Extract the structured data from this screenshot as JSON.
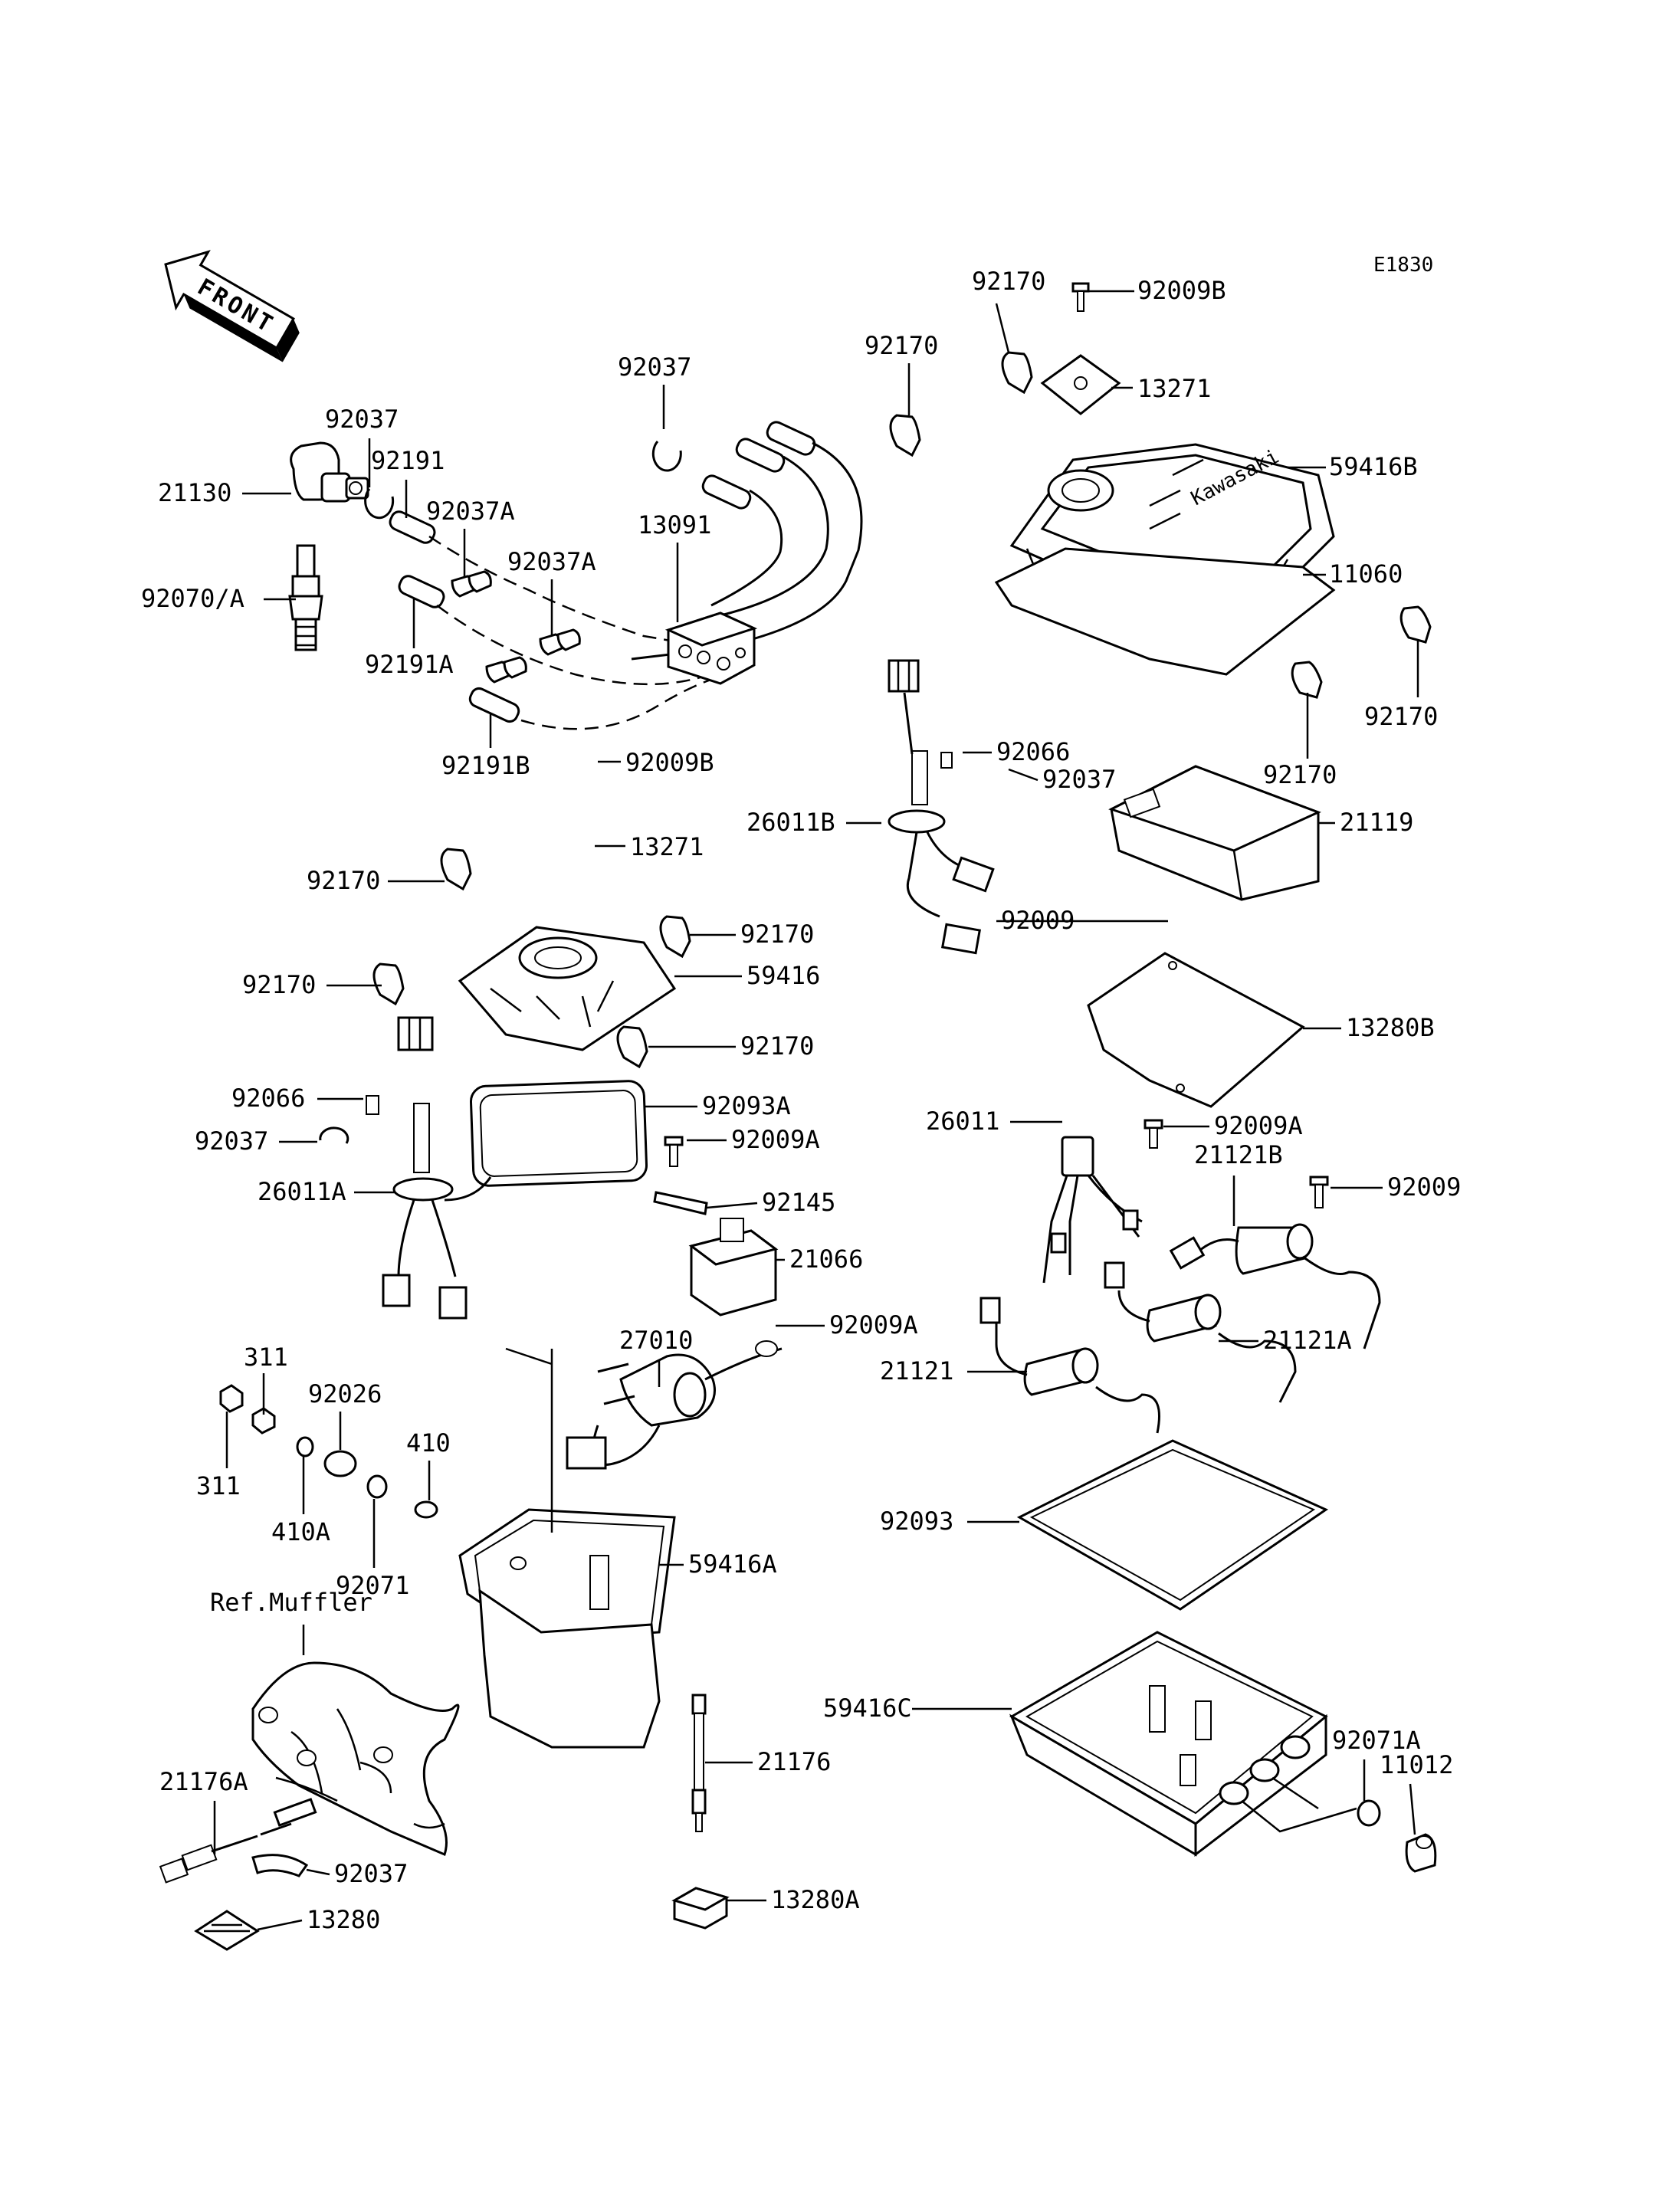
{
  "diagram_code": "E1830",
  "front_label": "FRONT",
  "ref_label": "Ref.Muffler",
  "logo_text": "Kawasaki",
  "callouts": [
    "92170",
    "92009B",
    "92170",
    "13271",
    "59416B",
    "11060",
    "92170",
    "92170",
    "92037",
    "92037",
    "21130",
    "92191",
    "92037A",
    "13091",
    "92037A",
    "92070/A",
    "92191A",
    "92191B",
    "92009B",
    "13271",
    "92066",
    "92037",
    "26011B",
    "21119",
    "92009",
    "92170",
    "92170",
    "59416",
    "92170",
    "92170",
    "13280B",
    "92066",
    "92093A",
    "92037",
    "92009A",
    "26011A",
    "92145",
    "26011",
    "92009A",
    "21121B",
    "92009",
    "21066",
    "27010",
    "92009A",
    "21121",
    "21121A",
    "311",
    "92026",
    "410",
    "311",
    "410A",
    "92071",
    "92093",
    "59416A",
    "59416C",
    "92071A",
    "11012",
    "21176A",
    "21176",
    "92037",
    "13280",
    "13280A"
  ]
}
